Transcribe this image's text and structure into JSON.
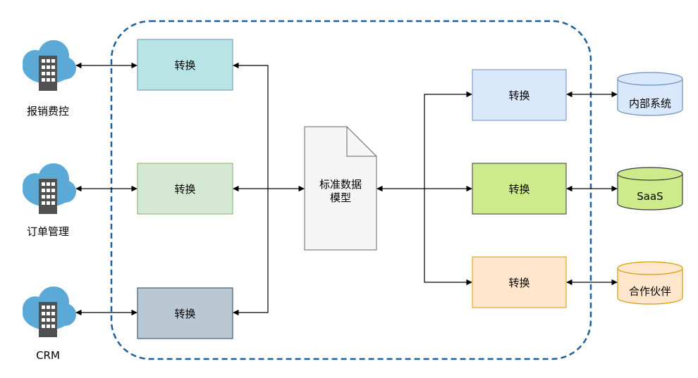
{
  "sources": [
    {
      "label": "报销费控",
      "icon": "cloud-building-icon"
    },
    {
      "label": "订单管理",
      "icon": "cloud-building-icon"
    },
    {
      "label": "CRM",
      "icon": "cloud-building-icon"
    }
  ],
  "left_converters": [
    {
      "label": "转换",
      "fill": "#b9e4e6",
      "stroke": "#6c8ebf"
    },
    {
      "label": "转换",
      "fill": "#d5e8d4",
      "stroke": "#82b366"
    },
    {
      "label": "转换",
      "fill": "#bac8d3",
      "stroke": "#23445d"
    }
  ],
  "center": {
    "label_line1": "标准数据",
    "label_line2": "模型",
    "fill": "#f5f5f5",
    "stroke": "#666666"
  },
  "right_converters": [
    {
      "label": "转换",
      "fill": "#dae8fc",
      "stroke": "#6c8ebf"
    },
    {
      "label": "转换",
      "fill": "#cdeb8b",
      "stroke": "#36393d"
    },
    {
      "label": "转换",
      "fill": "#ffe6cc",
      "stroke": "#d79b00"
    }
  ],
  "targets": [
    {
      "label": "内部系统",
      "fill": "#dae8fc",
      "stroke": "#6c8ebf"
    },
    {
      "label": "SaaS",
      "fill": "#cdeb8b",
      "stroke": "#36393d"
    },
    {
      "label": "合作伙伴",
      "fill": "#ffe6cc",
      "stroke": "#d79b00"
    }
  ],
  "colors": {
    "boundary": "#1f5f99",
    "cloud": "#5aa9d6",
    "building": "#505050"
  }
}
